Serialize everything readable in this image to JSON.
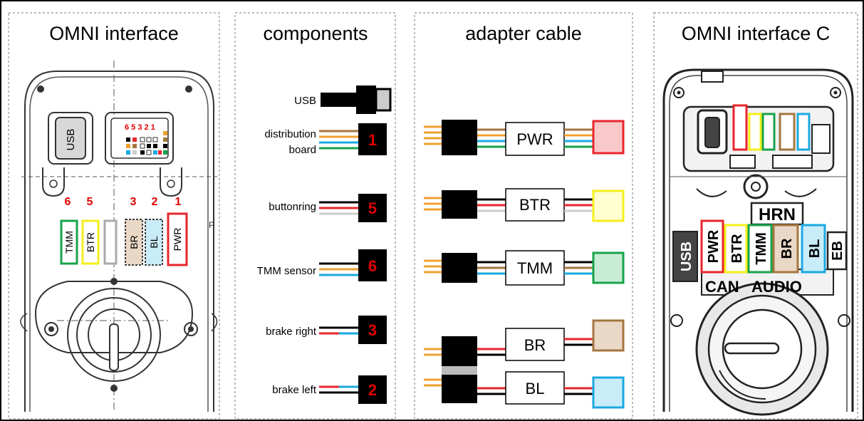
{
  "panels": {
    "omni": {
      "title": "OMNI interface"
    },
    "components": {
      "title": "components"
    },
    "adapter": {
      "title": "adapter cable"
    },
    "omni_c": {
      "title": "OMNI interface C"
    }
  },
  "omni": {
    "usb_label": "USB",
    "pin_header": "6 5   3 2 1",
    "pin_numbers": [
      "6",
      "5",
      "3",
      "2",
      "1"
    ],
    "slots": [
      "TMM",
      "BTR",
      "BR",
      "BL",
      "PWR"
    ]
  },
  "components": {
    "usb": "USB",
    "distribution_line1": "distribution",
    "distribution_line2": "board",
    "distribution_num": "1",
    "buttonring": "buttonring",
    "buttonring_num": "5",
    "tmm": "TMM sensor",
    "tmm_num": "6",
    "brake_right": "brake right",
    "brake_right_num": "3",
    "brake_left": "brake left",
    "brake_left_num": "2"
  },
  "adapter": {
    "pwr": "PWR",
    "btr": "BTR",
    "tmm": "TMM",
    "br": "BR",
    "bl": "BL"
  },
  "omni_c": {
    "hrn": "HRN",
    "usb": "USB",
    "pwr": "PWR",
    "btr": "BTR",
    "tmm": "TMM",
    "br": "BR",
    "bl": "BL",
    "eb": "EB",
    "can": "CAN",
    "audio": "AUDIO"
  },
  "colors": {
    "red": "#e8262b",
    "yellow": "#f5ef1c",
    "green": "#17a34a",
    "brown": "#a5753f",
    "blue": "#1aa9e0",
    "orange": "#f0a030",
    "pwr_fill": "#f9c8c8",
    "btr_fill": "#ffffd0",
    "tmm_fill": "#c9ecd6",
    "br_fill": "#ead8c6",
    "bl_fill": "#c9ecf9"
  }
}
